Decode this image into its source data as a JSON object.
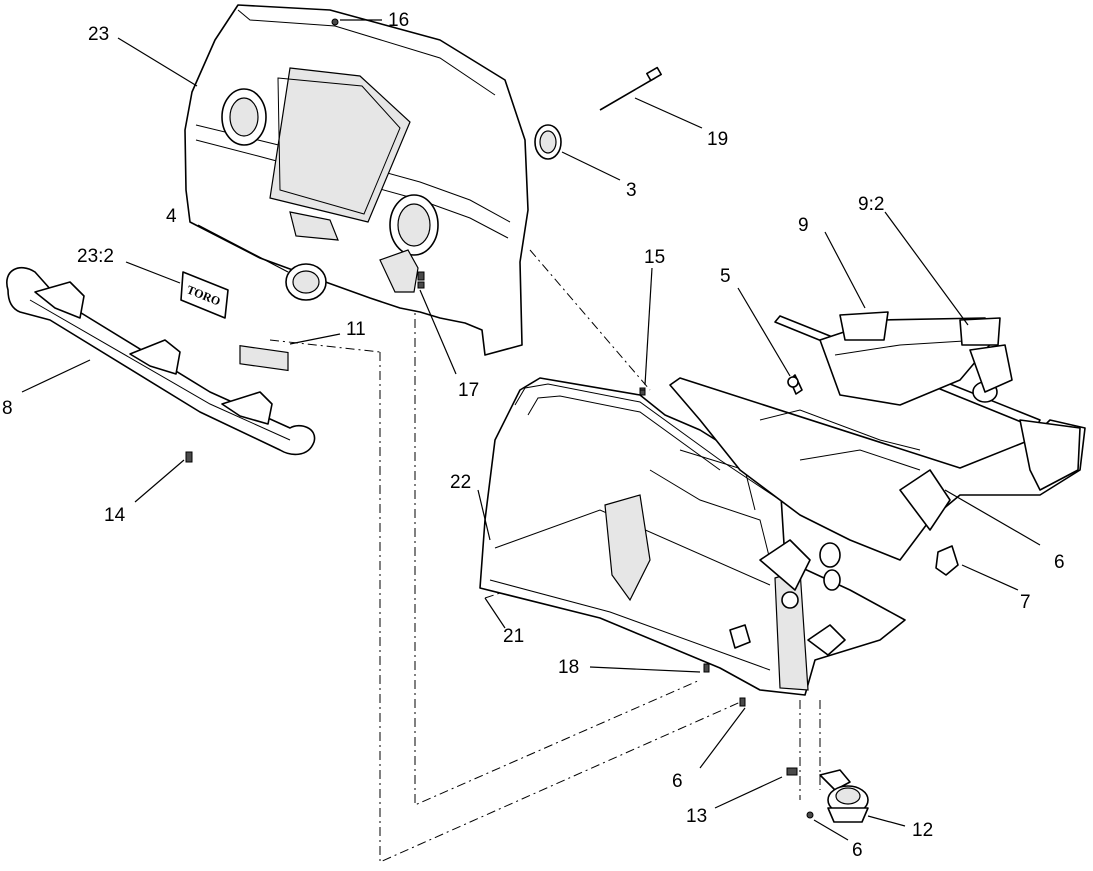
{
  "callouts": [
    {
      "id": "c23",
      "label": "23"
    },
    {
      "id": "c16",
      "label": "16"
    },
    {
      "id": "c19",
      "label": "19"
    },
    {
      "id": "c3",
      "label": "3"
    },
    {
      "id": "c4",
      "label": "4"
    },
    {
      "id": "c23-2",
      "label": "23:2"
    },
    {
      "id": "c9",
      "label": "9"
    },
    {
      "id": "c9-2",
      "label": "9:2"
    },
    {
      "id": "c15",
      "label": "15"
    },
    {
      "id": "c5",
      "label": "5"
    },
    {
      "id": "c11",
      "label": "11"
    },
    {
      "id": "c8",
      "label": "8"
    },
    {
      "id": "c17",
      "label": "17"
    },
    {
      "id": "c14",
      "label": "14"
    },
    {
      "id": "c22",
      "label": "22"
    },
    {
      "id": "c6a",
      "label": "6"
    },
    {
      "id": "c7",
      "label": "7"
    },
    {
      "id": "c21",
      "label": "21"
    },
    {
      "id": "c18",
      "label": "18"
    },
    {
      "id": "c6b",
      "label": "6"
    },
    {
      "id": "c13",
      "label": "13"
    },
    {
      "id": "c12",
      "label": "12"
    },
    {
      "id": "c6c",
      "label": "6"
    }
  ],
  "decal_text": "TORO"
}
